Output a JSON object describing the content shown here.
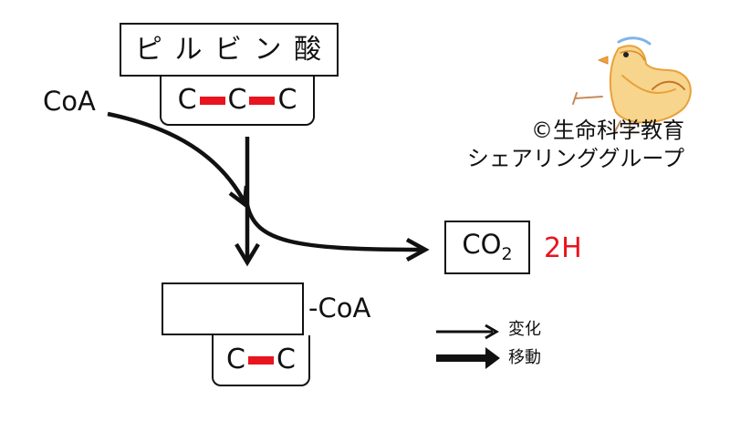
{
  "pyruvate": {
    "name": "ピ ル ビ ン 酸",
    "atoms": [
      "C",
      "C",
      "C"
    ]
  },
  "coa_input": {
    "label": "CoA"
  },
  "acetyl": {
    "suffix": "-CoA",
    "atoms": [
      "C",
      "C"
    ]
  },
  "co2": {
    "main": "CO",
    "subscript": "2"
  },
  "hydrogen": {
    "label": "2H"
  },
  "legend": {
    "change": "変化",
    "movement": "移動"
  },
  "copyright": {
    "line1": "©生命科学教育",
    "line2": "シェアリンググループ"
  },
  "colors": {
    "bond": "#e8141e",
    "hydrogen": "#e8141e",
    "stroke": "#111111"
  },
  "icons": {
    "mascot": "chick-doodle-icon"
  }
}
